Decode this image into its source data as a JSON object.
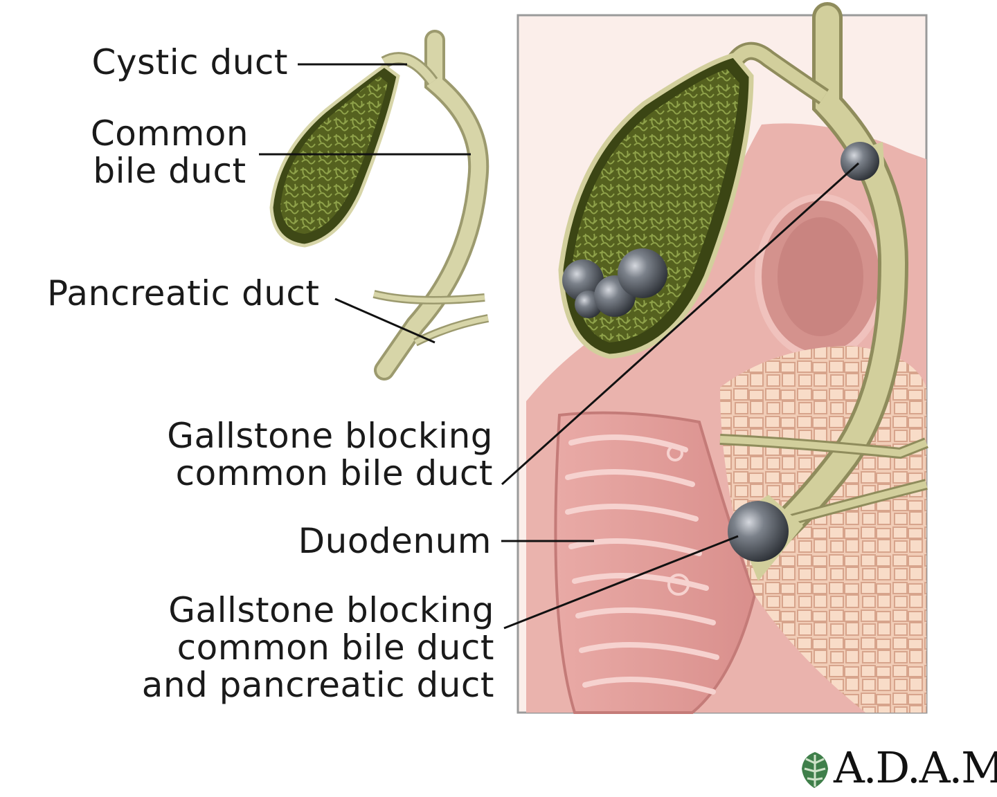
{
  "labels": {
    "cystic_duct": "Cystic duct",
    "common_bile_duct": "Common\nbile duct",
    "pancreatic_duct": "Pancreatic duct",
    "gallstone_cbd": "Gallstone blocking\ncommon bile duct",
    "duodenum": "Duodenum",
    "gallstone_cbd_pd": "Gallstone blocking\ncommon bile duct\nand pancreatic duct"
  },
  "logo": {
    "text": "A.D.A.M.",
    "icon": "adam-leaf-icon"
  },
  "colors": {
    "gallbladder": "#5f6d2a",
    "duct": "#c9c79a",
    "duodenum": "#e3a3a0",
    "pancreas": "#efc7b1",
    "gallstone": "#4a4e55"
  }
}
